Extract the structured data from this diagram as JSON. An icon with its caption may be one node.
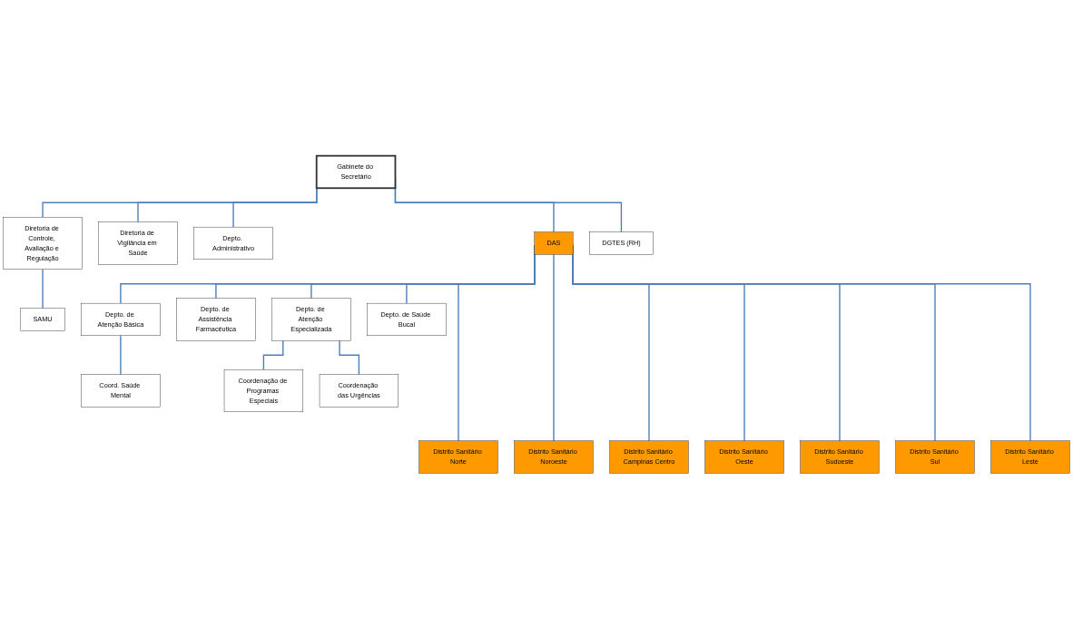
{
  "diagram": {
    "nodes": [
      {
        "text": [
          "Gabinete do Secretário"
        ]
      },
      {
        "text": [
          "Diretoria de Controle, Avaliação e Regulação"
        ]
      },
      {
        "text": [
          "Diretoria de Vigilância em Saúde"
        ]
      },
      {
        "text": [
          "Depto. Administrativo"
        ]
      },
      {
        "text": [
          "DAS"
        ]
      },
      {
        "text": [
          "DGTES (RH)"
        ]
      },
      {
        "text": [
          "SAMU"
        ]
      },
      {
        "text": [
          "Depto. de Atenção Básica"
        ]
      },
      {
        "text": [
          "Depto. de Assistência Farmacêutica"
        ]
      },
      {
        "text": [
          "Depto. de Atenção Especializada"
        ]
      },
      {
        "text": [
          "Depto. de Saúde Bucal"
        ]
      },
      {
        "text": [
          "Coord. Saúde Mental"
        ]
      },
      {
        "text": [
          "Coordenação de Programas Especiais"
        ]
      },
      {
        "text": [
          "Coordenação das Urgências"
        ]
      },
      {
        "text": [
          "Distrito Sanitário Norte"
        ]
      },
      {
        "text": [
          "Distrito Sanitário Noroeste"
        ]
      },
      {
        "text": [
          "Distrito Sanitário Campinas Centro"
        ]
      },
      {
        "text": [
          "Distrito Sanitário Oeste"
        ]
      },
      {
        "text": [
          "Distrito Sanitário Sudoeste"
        ]
      },
      {
        "text": [
          "Distrito Sanitário Sul"
        ]
      },
      {
        "text": [
          "Distrito Sanitário Leste"
        ]
      }
    ],
    "edges": [
      {
        "from": 0,
        "to": 1,
        "arrow": "none"
      },
      {
        "from": 0,
        "to": 2,
        "arrow": "none"
      },
      {
        "from": 0,
        "to": 3,
        "arrow": "none"
      },
      {
        "from": 0,
        "to": 4,
        "arrow": "none"
      },
      {
        "from": 0,
        "to": 5,
        "arrow": "none"
      },
      {
        "from": 1,
        "to": 6,
        "arrow": "none"
      },
      {
        "from": 4,
        "to": 7,
        "arrow": "none"
      },
      {
        "from": 4,
        "to": 8,
        "arrow": "none"
      },
      {
        "from": 4,
        "to": 9,
        "arrow": "none"
      },
      {
        "from": 4,
        "to": 10,
        "arrow": "none"
      },
      {
        "from": 7,
        "to": 11,
        "arrow": "none"
      },
      {
        "from": 9,
        "to": 12,
        "arrow": "none"
      },
      {
        "from": 9,
        "to": 13,
        "arrow": "none"
      },
      {
        "from": 4,
        "to": 14,
        "arrow": "none"
      },
      {
        "from": 4,
        "to": 15,
        "arrow": "none"
      },
      {
        "from": 4,
        "to": 16,
        "arrow": "none"
      },
      {
        "from": 4,
        "to": 17,
        "arrow": "none"
      },
      {
        "from": 4,
        "to": 18,
        "arrow": "none"
      },
      {
        "from": 4,
        "to": 19,
        "arrow": "none"
      },
      {
        "from": 4,
        "to": 20,
        "arrow": "none"
      }
    ]
  }
}
